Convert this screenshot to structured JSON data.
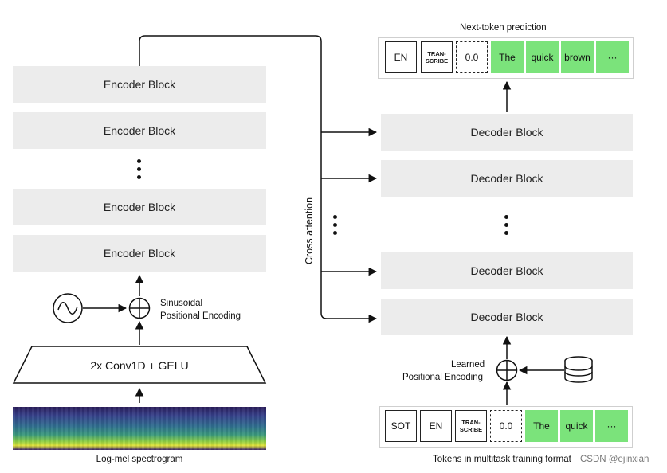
{
  "encoder": {
    "blocks": [
      "Encoder Block",
      "Encoder Block",
      "Encoder Block",
      "Encoder Block"
    ],
    "conv_label": "2x Conv1D + GELU",
    "pos_encoding_label_1": "Sinusoidal",
    "pos_encoding_label_2": "Positional Encoding",
    "input_label": "Log-mel spectrogram"
  },
  "cross_attention_label": "Cross attention",
  "decoder": {
    "blocks": [
      "Decoder Block",
      "Decoder Block",
      "Decoder Block",
      "Decoder Block"
    ],
    "pos_encoding_label_1": "Learned",
    "pos_encoding_label_2": "Positional Encoding"
  },
  "output": {
    "title": "Next-token prediction",
    "tokens": [
      "EN",
      "TRAN-\nSCRIBE",
      "0.0",
      "The",
      "quick",
      "brown",
      "···"
    ]
  },
  "input_tokens": {
    "title": "Tokens in multitask training format",
    "tokens": [
      "SOT",
      "EN",
      "TRAN-\nSCRIBE",
      "0.0",
      "The",
      "quick",
      "···"
    ]
  },
  "watermark": "CSDN @ejinxian",
  "colors": {
    "block": "#ececec",
    "token_green": "#7be37b"
  }
}
